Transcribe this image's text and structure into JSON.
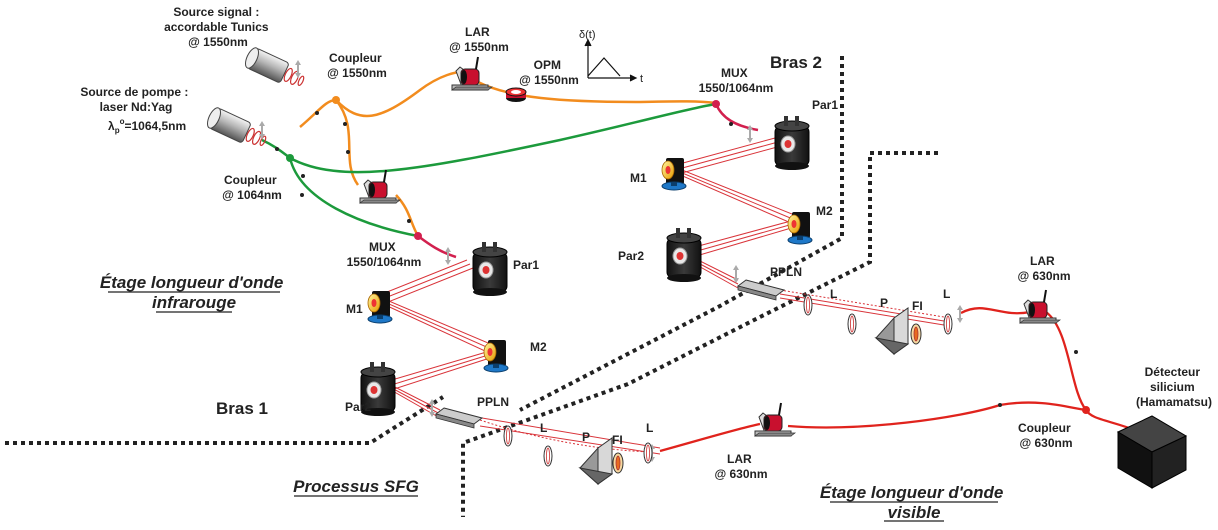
{
  "labels": {
    "source_signal": [
      "Source signal :",
      "accordable Tunics",
      "@ 1550nm"
    ],
    "source_pompe": [
      "Source de pompe :",
      "laser Nd:Yag"
    ],
    "lambda_symbol": "λ",
    "lambda_sub": "p",
    "lambda_sup": "o",
    "lambda_value": "=1064,5nm",
    "coupleur_1550": [
      "Coupleur",
      "@ 1550nm"
    ],
    "coupleur_1064": [
      "Coupleur",
      "@ 1064nm"
    ],
    "lar_1550": [
      "LAR",
      "@ 1550nm"
    ],
    "opm": [
      "OPM",
      "@ 1550nm"
    ],
    "delta_axis": "δ(t)",
    "t_axis": "t",
    "mux1": [
      "MUX",
      "1550/1064nm"
    ],
    "mux2": [
      "MUX",
      "1550/1064nm"
    ],
    "bras1": "Bras 1",
    "bras2": "Bras 2",
    "par1": "Par1",
    "par2": "Par2",
    "m1": "M1",
    "m2": "M2",
    "ppln": "PPLN",
    "l": "L",
    "p": "P",
    "fi": "FI",
    "lar_630": [
      "LAR",
      "@ 630nm"
    ],
    "coupleur_630": [
      "Coupleur",
      "@ 630nm"
    ],
    "detecteur": [
      "Détecteur",
      "silicium",
      "(Hamamatsu)"
    ],
    "etage_ir": [
      "Étage longueur d'onde",
      "infrarouge"
    ],
    "processus": "Processus SFG",
    "etage_vis": [
      "Étage longueur d'onde",
      "visible"
    ]
  },
  "colors": {
    "signal_fiber": "#f28c1e",
    "pump_fiber": "#1c9a3c",
    "mux_fiber": "#d2204e",
    "visible_fiber": "#e0231d",
    "beam": "#d9343a"
  }
}
